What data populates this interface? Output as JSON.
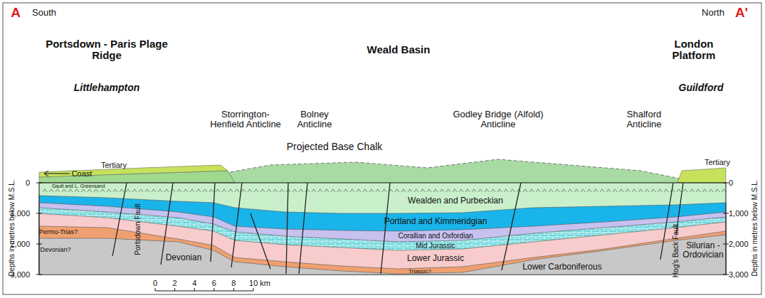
{
  "diagram": {
    "labels": [
      "A",
      "South",
      "North",
      "A'",
      "Portsdown - Paris Plage Ridge",
      "Weald Basin",
      "London Platform",
      "Littlehampton",
      "Guildford",
      "Storrington- Henfield Anticline",
      "Bolney Anticline",
      "Projected Base Chalk",
      "Godley Bridge (Alfold) Anticline",
      "Shalford Anticline",
      "Coast",
      "Tertiary",
      "Tertiary",
      "Gault and L. Greensand",
      "Wealden and Purbeckian",
      "Portland and Kimmeridgian",
      "Corallian and Oxfordian",
      "Mid Jurassic",
      "Lower Jurassic",
      "Triassic?",
      "Permo-Trias?",
      "Devonian?",
      "Devonian",
      "Portsdown Fault",
      "Lower Carboniferous",
      "Hog's Back Fault",
      "Silurian - Ordovician",
      "0",
      "1,000",
      "2,000",
      "3,000",
      "Depths in metres below M.S.L.",
      "0",
      "1,000",
      "2,000",
      "3,000",
      "Depths in metres below M.S.L.",
      "0",
      "2",
      "4",
      "6",
      "8",
      "10 km"
    ]
  }
}
